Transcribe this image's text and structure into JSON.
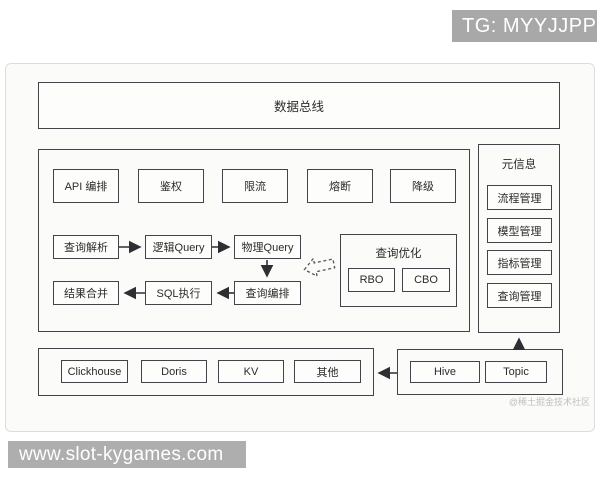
{
  "badge": {
    "label": "TG: MYYJJPP"
  },
  "footer_watermark": {
    "label": "www.slot-kygames.com"
  },
  "credit": {
    "label": "@稀土掘金技术社区"
  },
  "colors": {
    "line": "#2f2f33",
    "box_border": "#43434a",
    "panel_border": "#dcdcd8",
    "badge_bg": "#a8a8a8",
    "watermark_bar_bg": "#aeaeae",
    "credit_text": "#bfbfbb"
  },
  "diagram": {
    "data_bus": {
      "label": "数据总线"
    },
    "service_row": [
      {
        "label": "API 编排"
      },
      {
        "label": "鉴权"
      },
      {
        "label": "限流"
      },
      {
        "label": "熔断"
      },
      {
        "label": "降级"
      }
    ],
    "flow_top": [
      {
        "label": "查询解析"
      },
      {
        "label": "逻辑Query"
      },
      {
        "label": "物理Query"
      }
    ],
    "flow_bottom": [
      {
        "label": "结果合并"
      },
      {
        "label": "SQL执行"
      },
      {
        "label": "查询编排"
      }
    ],
    "optimizer": {
      "title": "查询优化",
      "items": [
        {
          "label": "RBO"
        },
        {
          "label": "CBO"
        }
      ]
    },
    "meta": {
      "title": "元信息",
      "items": [
        {
          "label": "流程管理"
        },
        {
          "label": "模型管理"
        },
        {
          "label": "指标管理"
        },
        {
          "label": "查询管理"
        }
      ]
    },
    "storage": [
      {
        "label": "Clickhouse"
      },
      {
        "label": "Doris"
      },
      {
        "label": "KV"
      },
      {
        "label": "其他"
      }
    ],
    "sources": [
      {
        "label": "Hive"
      },
      {
        "label": "Topic"
      }
    ]
  }
}
